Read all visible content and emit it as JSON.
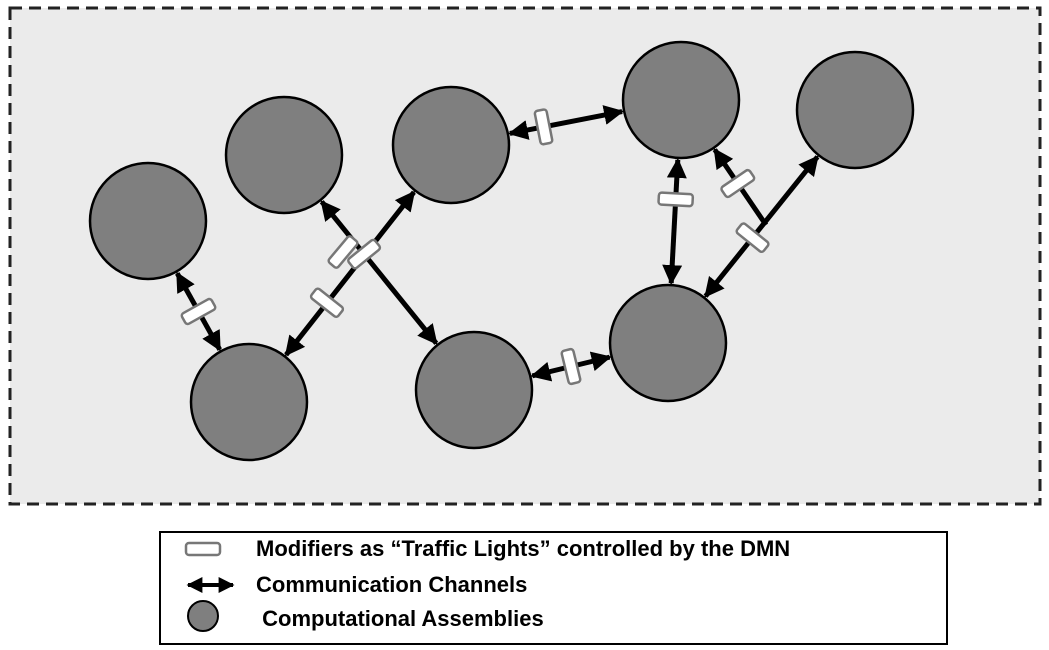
{
  "colors": {
    "panel_fill": "#ebebeb",
    "panel_border": "#222222",
    "node_fill": "#7f7f7f",
    "node_stroke": "#000000",
    "channel": "#000000",
    "modifier_fill": "#ffffff",
    "modifier_stroke": "#777777"
  },
  "diagram": {
    "nodes": [
      {
        "id": "a1"
      },
      {
        "id": "a2"
      },
      {
        "id": "a3"
      },
      {
        "id": "a4"
      },
      {
        "id": "a5"
      },
      {
        "id": "b1"
      },
      {
        "id": "b2"
      },
      {
        "id": "b3"
      },
      {
        "id": "b4"
      }
    ],
    "channels": [
      {
        "from": "a1",
        "to": "b1"
      },
      {
        "from": "b1",
        "to": "a3"
      },
      {
        "from": "b2",
        "to": "a2"
      },
      {
        "from": "a3",
        "to": "a4"
      },
      {
        "from": "a4",
        "to": "b3"
      },
      {
        "from": "b2",
        "to": "b3"
      },
      {
        "from": "b3",
        "to": "a5"
      },
      {
        "from": "b3",
        "to": "a4",
        "source": "junction"
      }
    ]
  },
  "legend": {
    "modifier_label": "Modifiers as “Traffic Lights” controlled by the DMN",
    "channel_label": "Communication Channels",
    "assembly_label": " Computational Assemblies"
  }
}
